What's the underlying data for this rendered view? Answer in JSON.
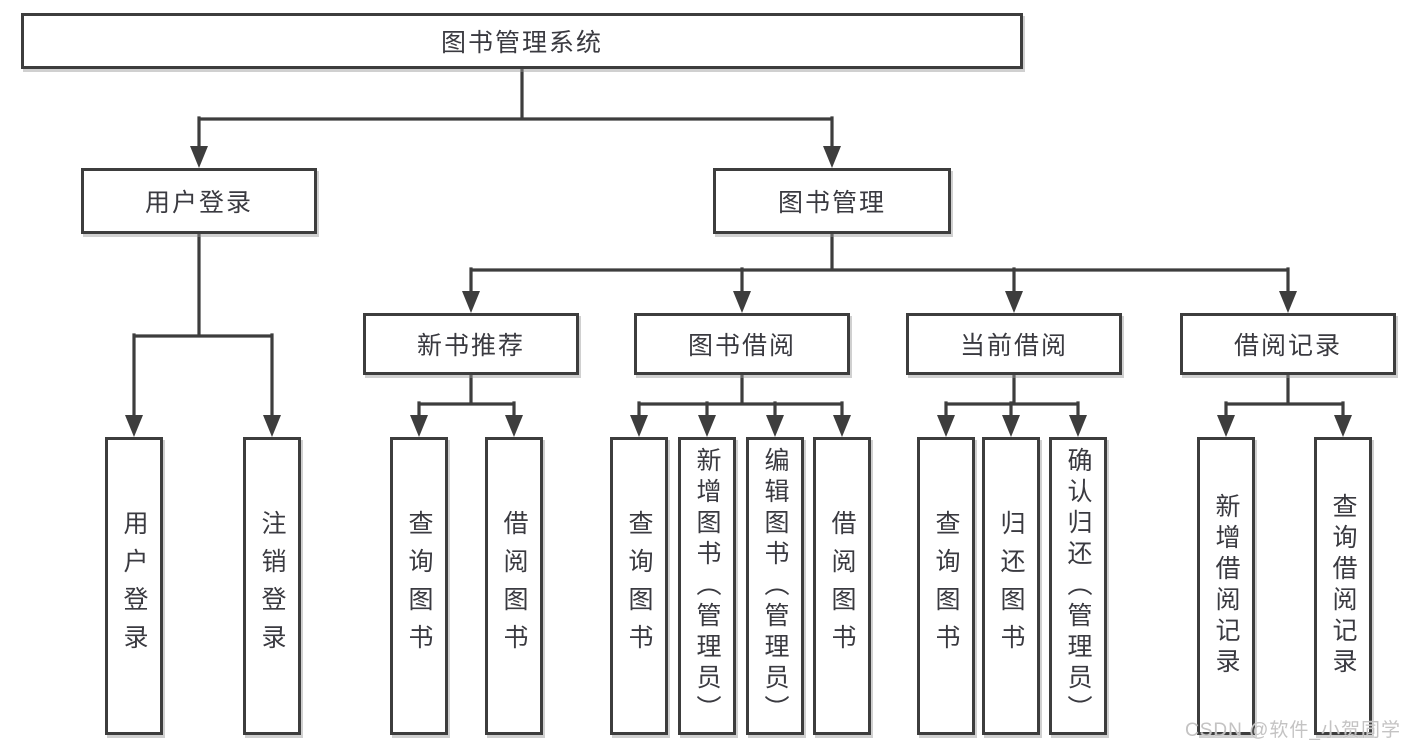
{
  "colors": {
    "background": "#ffffff",
    "line": "#3d3d3d",
    "box_border": "#3d3d3d",
    "box_fill": "#ffffff",
    "text": "#3a3a40",
    "watermark": "#c4c3c3"
  },
  "watermark": {
    "text": "CSDN @软件_小贺同学"
  },
  "tree": {
    "root": {
      "label": "图书管理系统"
    },
    "branches": [
      {
        "label": "用户登录",
        "children": [
          {
            "label": "用户登录"
          },
          {
            "label": "注销登录"
          }
        ]
      },
      {
        "label": "图书管理",
        "children": [
          {
            "label": "新书推荐",
            "children": [
              {
                "label": "查询图书"
              },
              {
                "label": "借阅图书"
              }
            ]
          },
          {
            "label": "图书借阅",
            "children": [
              {
                "label": "查询图书"
              },
              {
                "label": "新增图书（管理员）"
              },
              {
                "label": "编辑图书（管理员）"
              },
              {
                "label": "借阅图书"
              }
            ]
          },
          {
            "label": "当前借阅",
            "children": [
              {
                "label": "查询图书"
              },
              {
                "label": "归还图书"
              },
              {
                "label": "确认归还（管理员）"
              }
            ]
          },
          {
            "label": "借阅记录",
            "children": [
              {
                "label": "新增借阅记录"
              },
              {
                "label": "查询借阅记录"
              }
            ]
          }
        ]
      }
    ]
  }
}
